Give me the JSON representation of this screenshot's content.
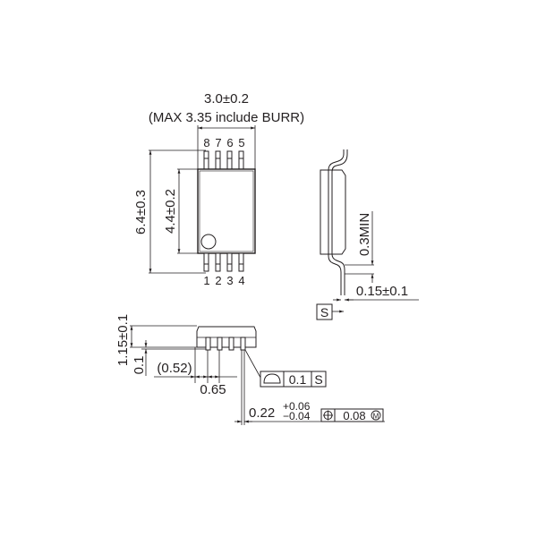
{
  "drawing": {
    "type": "package outline dimension drawing",
    "colors": {
      "line": "#231f20",
      "background": "#ffffff"
    },
    "top_view": {
      "width_dim": "3.0±0.2",
      "width_note": "(MAX 3.35 include BURR)",
      "overall_height_dim": "6.4±0.3",
      "body_height_dim": "4.4±0.2",
      "pins_top": [
        "8",
        "7",
        "6",
        "5"
      ],
      "pins_bottom": [
        "1",
        "2",
        "3",
        "4"
      ],
      "pin1_marker": "circle"
    },
    "side_view": {
      "standoff_dim": "0.3MIN",
      "lead_thickness_dim": "0.15±0.1",
      "datum_label": "S"
    },
    "front_view": {
      "height_dim": "1.15±0.1",
      "standoff_dim": "0.1",
      "edge_offset_dim": "(0.52)",
      "pitch_dim": "0.65",
      "flatness_tol": {
        "symbol": "flatness",
        "value": "0.1",
        "datum": "S"
      },
      "lead_width_dim": "0.22",
      "lead_width_plus": "+0.06",
      "lead_width_minus": "−0.04",
      "position_tol": {
        "symbol": "position",
        "value": "0.08",
        "modifier": "M"
      }
    }
  }
}
